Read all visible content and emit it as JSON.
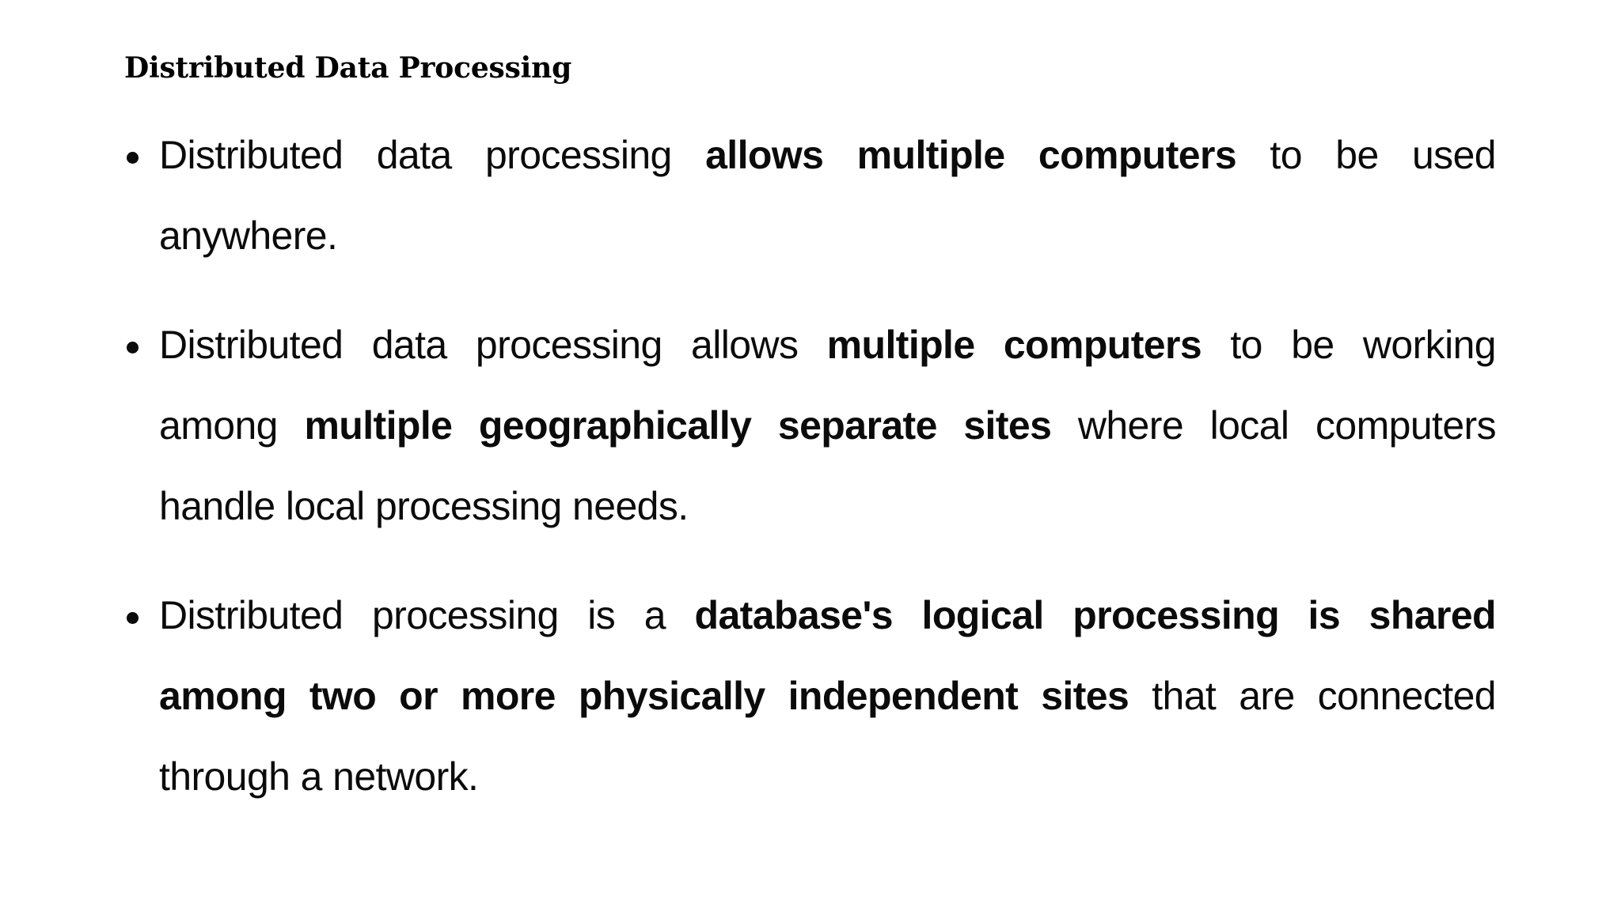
{
  "page": {
    "background_color": "#ffffff",
    "text_color": "#0b0b0b"
  },
  "title": "Distributed Data Processing",
  "bullets": [
    {
      "lines": [
        {
          "segments": [
            {
              "text": "Distributed data processing ",
              "bold": false
            },
            {
              "text": "allows multiple computers",
              "bold": true
            },
            {
              "text": " to be used",
              "bold": false
            }
          ]
        },
        {
          "segments": [
            {
              "text": "anywhere.",
              "bold": false
            }
          ]
        }
      ]
    },
    {
      "lines": [
        {
          "segments": [
            {
              "text": "Distributed data processing allows ",
              "bold": false
            },
            {
              "text": "multiple computers",
              "bold": true
            },
            {
              "text": " to be working",
              "bold": false
            }
          ]
        },
        {
          "segments": [
            {
              "text": "among ",
              "bold": false
            },
            {
              "text": "multiple geographically separate sites",
              "bold": true
            },
            {
              "text": " where local computers",
              "bold": false
            }
          ]
        },
        {
          "segments": [
            {
              "text": "handle local processing needs.",
              "bold": false
            }
          ]
        }
      ]
    },
    {
      "lines": [
        {
          "segments": [
            {
              "text": "Distributed processing is a ",
              "bold": false
            },
            {
              "text": "database's logical processing is shared",
              "bold": true
            }
          ]
        },
        {
          "segments": [
            {
              "text": "among two or more physically independent sites",
              "bold": true
            },
            {
              "text": " that are connected",
              "bold": false
            }
          ]
        },
        {
          "segments": [
            {
              "text": "through a network.",
              "bold": false
            }
          ]
        }
      ]
    }
  ]
}
